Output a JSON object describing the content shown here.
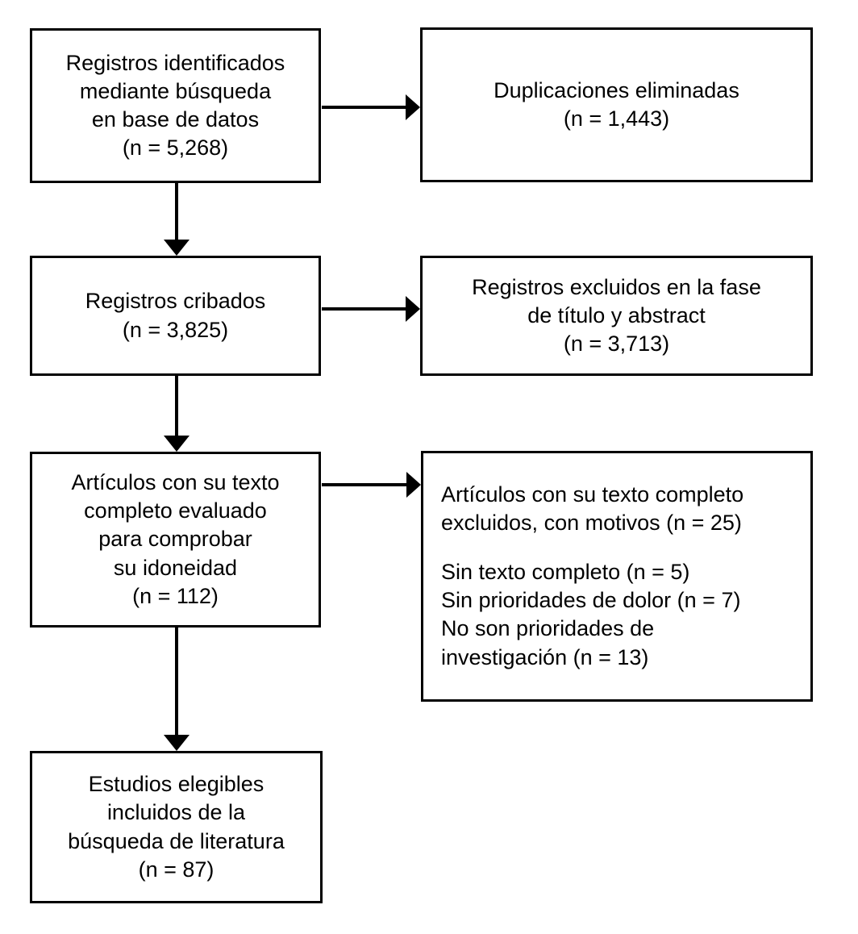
{
  "diagram": {
    "type": "prisma-flow-diagram",
    "language": "es",
    "background_color": "#ffffff",
    "border_color": "#000000",
    "text_color": "#000000"
  },
  "nodes": {
    "identified": {
      "name": "records-identified",
      "lines": [
        "Registros identificados",
        "mediante búsqueda",
        "en base de datos",
        "(n = 5,268)"
      ],
      "count": "5,268",
      "align": "center"
    },
    "duplicates": {
      "name": "duplicates-removed",
      "lines": [
        "Duplicaciones eliminadas",
        "(n = 1,443)"
      ],
      "count": "1,443",
      "align": "center"
    },
    "screened": {
      "name": "records-screened",
      "lines": [
        "Registros cribados",
        "(n = 3,825)"
      ],
      "count": "3,825",
      "align": "center"
    },
    "excluded_title_abstract": {
      "name": "records-excluded-title-abstract",
      "lines": [
        "Registros excluidos en la fase",
        "de título y abstract",
        "(n = 3,713)"
      ],
      "count": "3,713",
      "align": "center"
    },
    "fulltext_assessed": {
      "name": "full-text-assessed",
      "lines": [
        "Artículos con su texto",
        "completo evaluado",
        "para comprobar",
        "su idoneidad",
        "(n = 112)"
      ],
      "count": "112",
      "align": "center"
    },
    "fulltext_excluded": {
      "name": "full-text-excluded-with-reasons",
      "lines": [
        "Artículos con su texto completo",
        "excluidos, con motivos (n = 25)",
        "",
        "Sin texto completo (n = 5)",
        "Sin prioridades de dolor (n = 7)",
        "No son prioridades de",
        "investigación (n = 13)"
      ],
      "count": "25",
      "reasons": [
        {
          "label": "Sin texto completo",
          "count": "5"
        },
        {
          "label": "Sin prioridades de dolor",
          "count": "7"
        },
        {
          "label": "No son prioridades de investigación",
          "count": "13"
        }
      ],
      "align": "left"
    },
    "included": {
      "name": "studies-included",
      "lines": [
        "Estudios elegibles",
        "incluidos de la",
        "búsqueda de literatura",
        "(n = 87)"
      ],
      "count": "87",
      "align": "center"
    }
  },
  "connectors": [
    {
      "name": "arrow-identified-to-duplicates",
      "direction": "right"
    },
    {
      "name": "arrow-identified-to-screened",
      "direction": "down"
    },
    {
      "name": "arrow-screened-to-excluded-title-abstract",
      "direction": "right"
    },
    {
      "name": "arrow-screened-to-fulltext",
      "direction": "down"
    },
    {
      "name": "arrow-fulltext-to-excluded-fulltext",
      "direction": "right"
    },
    {
      "name": "arrow-fulltext-to-included",
      "direction": "down"
    }
  ]
}
